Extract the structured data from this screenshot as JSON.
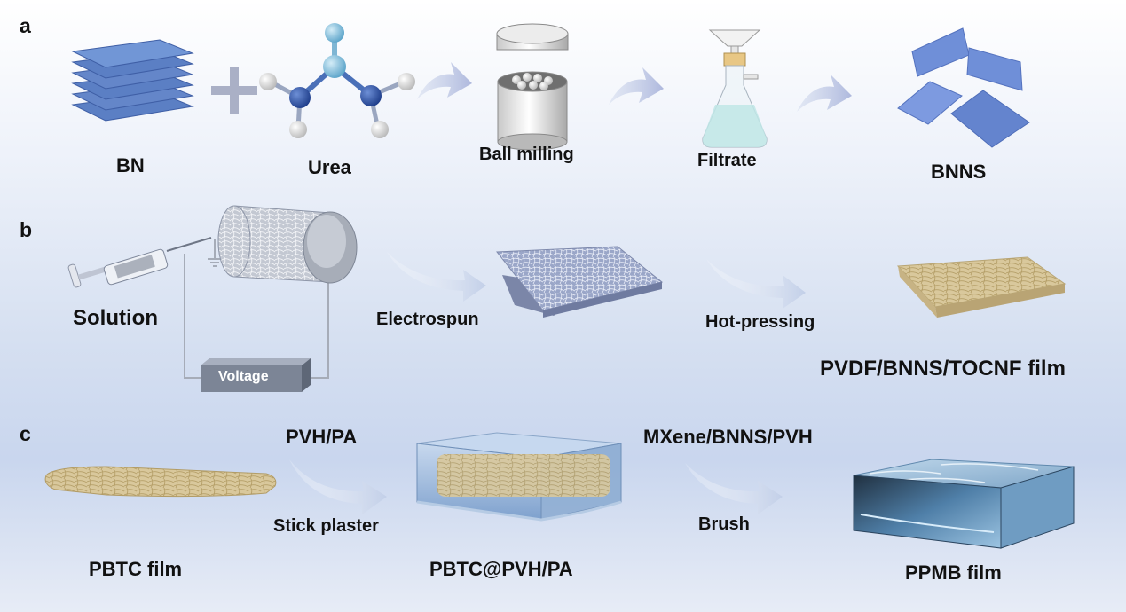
{
  "panels": {
    "a": {
      "letter": "a",
      "labels": {
        "bn": "BN",
        "urea": "Urea",
        "ball_milling": "Ball milling",
        "filtrate": "Filtrate",
        "bnns": "BNNS"
      }
    },
    "b": {
      "letter": "b",
      "labels": {
        "solution": "Solution",
        "voltage": "Voltage",
        "electrospun": "Electrospun",
        "hot_pressing": "Hot-pressing",
        "film": "PVDF/BNNS/TOCNF film"
      }
    },
    "c": {
      "letter": "c",
      "labels": {
        "pbtc_film": "PBTC film",
        "pvh_pa": "PVH/PA",
        "stick_plaster": "Stick plaster",
        "pbtc_pvh_pa": "PBTC@PVH/PA",
        "mxene_bnns_pvh": "MXene/BNNS/PVH",
        "brush": "Brush",
        "ppmb_film": "PPMB film"
      }
    }
  },
  "colors": {
    "bn_layer": "#5b7fc4",
    "nitrogen": "#2b4f9e",
    "boron": "#8cc4e0",
    "hydrogen": "#f2f2f2",
    "arrow": "#a7aed6",
    "fiber": "#d2bf92",
    "gel": "#7fa6d2"
  }
}
